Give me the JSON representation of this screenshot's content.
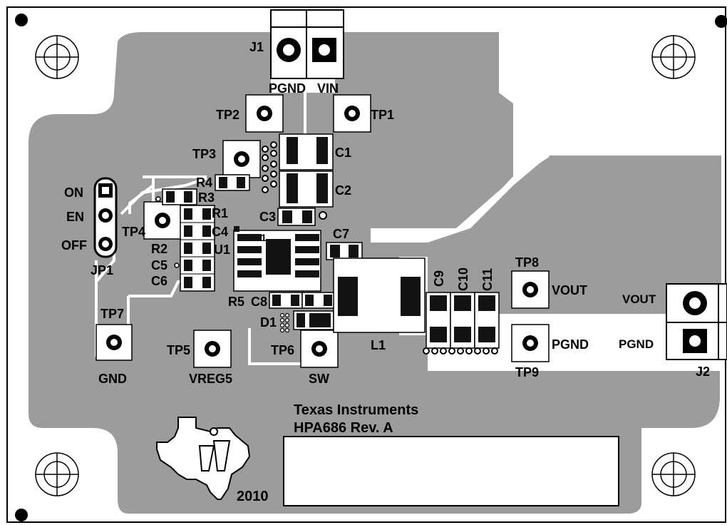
{
  "colors": {
    "copper": "#9c9c9c",
    "pad": "#1a1a1a",
    "outline": "#000000",
    "background": "#ffffff",
    "trace": "#ffffff"
  },
  "connectors": {
    "j1": {
      "ref": "J1",
      "pin1": "PGND",
      "pin2": "VIN"
    },
    "j2": {
      "ref": "J2",
      "pin1": "VOUT",
      "pin2": "PGND"
    },
    "jp1": {
      "ref": "JP1",
      "on": "ON",
      "en": "EN",
      "off": "OFF"
    }
  },
  "test_points": {
    "tp1": "TP1",
    "tp2": "TP2",
    "tp3": "TP3",
    "tp4": "TP4",
    "tp5": "TP5",
    "tp6": "TP6",
    "tp7": "TP7",
    "tp8": "TP8",
    "tp9": "TP9"
  },
  "test_point_nets": {
    "gnd": "GND",
    "vreg5": "VREG5",
    "sw": "SW",
    "vout": "VOUT",
    "pgnd": "PGND"
  },
  "components": {
    "c1": "C1",
    "c2": "C2",
    "c3": "C3",
    "c4": "C4",
    "c5": "C5",
    "c6": "C6",
    "c7": "C7",
    "c8": "C8",
    "c9": "C9",
    "c10": "C10",
    "c11": "C11",
    "r1": "R1",
    "r2": "R2",
    "r3": "R3",
    "r4": "R4",
    "r5": "R5",
    "u1": "U1",
    "d1": "D1",
    "l1": "L1",
    "pin1": "1"
  },
  "silkscreen": {
    "company": "Texas Instruments",
    "board_rev": "HPA686 Rev. A",
    "year": "2010",
    "logo": "ti"
  },
  "icons": [
    "mounting-hole-icon",
    "ti-logo-icon",
    "fiducial-icon"
  ]
}
